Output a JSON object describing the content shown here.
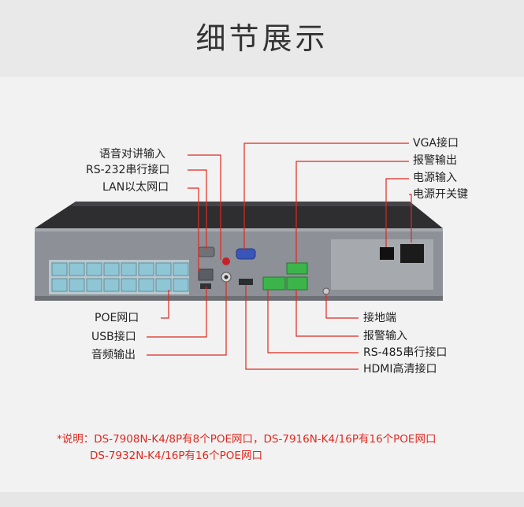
{
  "header": {
    "title": "细节展示"
  },
  "callouts": {
    "audio_input": "语音对讲输入",
    "rs232": "RS-232串行接口",
    "lan": "LAN以太网口",
    "vga": "VGA接口",
    "alarm_out": "报警输出",
    "power_in": "电源输入",
    "power_switch": "电源开关键",
    "poe": "POE网口",
    "usb": "USB接口",
    "audio_out": "音频输出",
    "ground": "接地端",
    "alarm_in": "报警输入",
    "rs485": "RS-485串行接口",
    "hdmi": "HDMI高清接口"
  },
  "note": {
    "line1": "*说明：DS-7908N-K4/8P有8个POE网口，DS-7916N-K4/16P有16个POE网口",
    "line2": "DS-7932N-K4/16P有16个POE网口"
  },
  "colors": {
    "callout_line": "#e0281e",
    "poe_port": "#8fc6d6",
    "terminal": "#3bb54a",
    "chassis": "#3a3a3d"
  }
}
